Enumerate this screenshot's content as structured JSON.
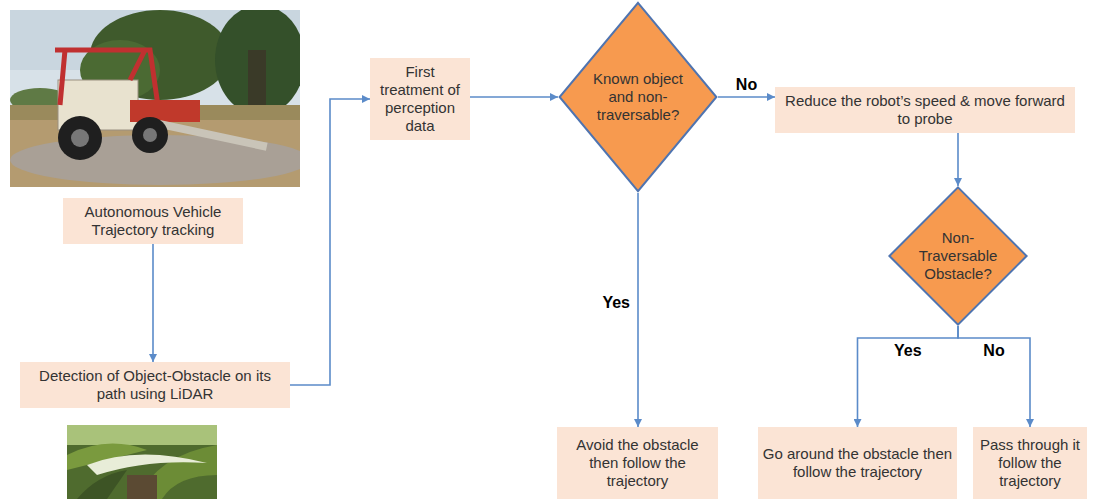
{
  "diagram": {
    "nodes": [
      {
        "text": [
          "Autonomous Vehicle Trajectory tracking"
        ]
      },
      {
        "text": [
          "Detection of Object-Obstacle on its path using LiDAR"
        ]
      },
      {
        "text": [
          "First treatment of perception data"
        ]
      },
      {
        "text": [
          "Known object and non-traversable?"
        ]
      },
      {
        "text": [
          "Reduce the robot’s speed & move forward to probe"
        ]
      },
      {
        "text": [
          "Non-Traversable Obstacle?"
        ]
      },
      {
        "text": [
          "Avoid the obstacle then follow the trajectory"
        ]
      },
      {
        "text": [
          "Go around the obstacle then follow the trajectory"
        ]
      },
      {
        "text": [
          "Pass through it follow the trajectory"
        ]
      }
    ],
    "edges": [
      {
        "from": 0,
        "to": 1,
        "arrow": "to"
      },
      {
        "from": 1,
        "to": 2,
        "arrow": "to"
      },
      {
        "from": 2,
        "to": 3,
        "arrow": "to"
      },
      {
        "from": 3,
        "to": 4,
        "label": "No",
        "arrow": "to"
      },
      {
        "from": 3,
        "to": 6,
        "label": "Yes",
        "arrow": "to"
      },
      {
        "from": 4,
        "to": 5,
        "arrow": "to"
      },
      {
        "from": 5,
        "to": 7,
        "label": "Yes",
        "arrow": "to"
      },
      {
        "from": 5,
        "to": 8,
        "label": "No",
        "arrow": "to"
      }
    ]
  }
}
